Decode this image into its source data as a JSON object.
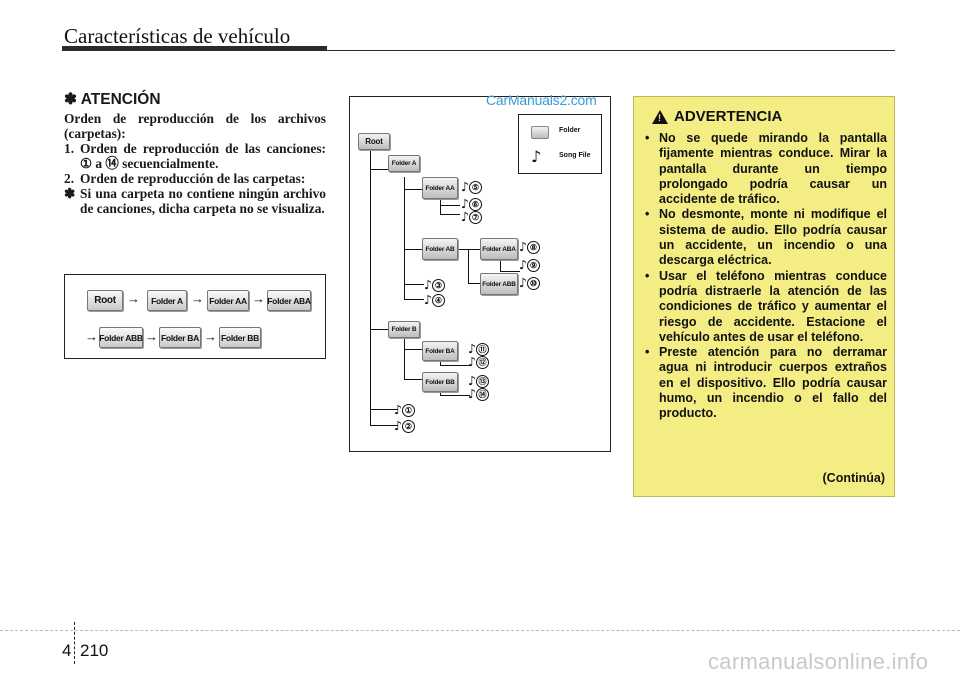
{
  "header": {
    "title": "Características de vehículo"
  },
  "attention": {
    "title": "✽ ATENCIÓN",
    "intro": "Orden de reproducción de los archivos (carpetas):",
    "item1_marker": "1.",
    "item1_text": "Orden de reproducción de las canciones: ① a ⑭ secuencialmente.",
    "item2_marker": "2.",
    "item2_text": "Orden de reproducción de las carpetas:",
    "item3_marker": "✽",
    "item3_text": "Si una carpeta no contiene ningún archivo de canciones, dicha carpeta no se visualiza."
  },
  "flow": {
    "arrow": "→",
    "folders": [
      "Root",
      "Folder A",
      "Folder AA",
      "Folder ABA",
      "Folder ABB",
      "Folder BA",
      "Folder BB"
    ]
  },
  "tree": {
    "folders": {
      "root": "Root",
      "a": "Folder A",
      "aa": "Folder AA",
      "ab": "Folder AB",
      "aba": "Folder ABA",
      "abb": "Folder ABB",
      "b": "Folder B",
      "ba": "Folder BA",
      "bb": "Folder BB"
    },
    "legend": {
      "folder": "Folder",
      "song": "Song File"
    },
    "note": "♪",
    "songs": [
      "①",
      "②",
      "③",
      "④",
      "⑤",
      "⑥",
      "⑦",
      "⑧",
      "⑨",
      "⑩",
      "⑪",
      "⑫",
      "⑬",
      "⑭"
    ]
  },
  "watermark": "CarManuals2.com",
  "warning": {
    "title": "ADVERTENCIA",
    "bullet": "•",
    "items": [
      "No se quede mirando la pantalla fijamente mientras conduce. Mirar la pantalla durante un tiempo prolongado podría causar un accidente de tráfico.",
      "No desmonte, monte ni modifique el sistema de audio. Ello podría causar un accidente, un incendio o una descarga eléctrica.",
      "Usar el teléfono mientras conduce podría distraerle la atención de las condiciones de tráfico y aumentar el riesgo de accidente. Estacione el vehículo antes de usar el teléfono.",
      "Preste atención para no derramar agua ni introducir cuerpos extraños en el dispositivo. Ello podría causar humo, un incendio o el fallo del producto."
    ],
    "continued": "(Continúa)"
  },
  "footer": {
    "chapter": "4",
    "page": "210",
    "site": "carmanualsonline.info"
  }
}
